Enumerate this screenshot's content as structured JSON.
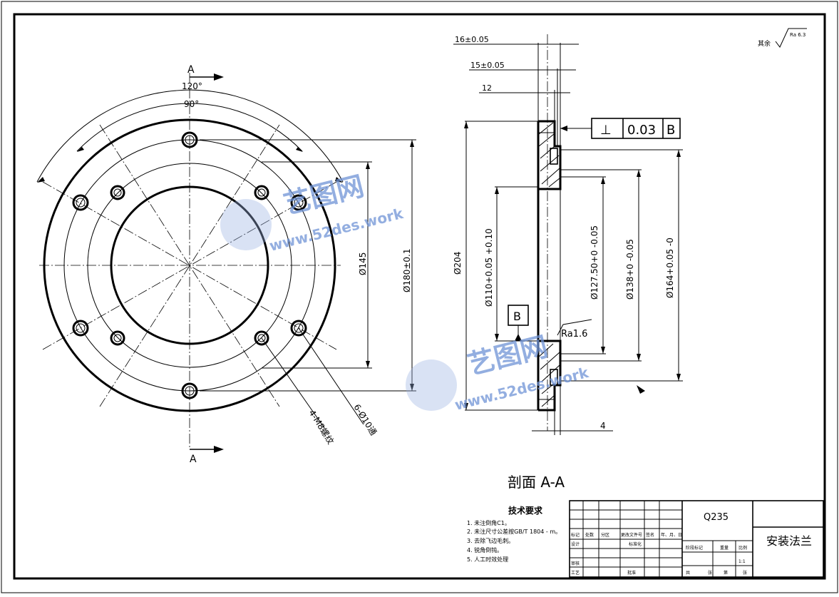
{
  "section_marks": {
    "top": "A",
    "bottom": "A"
  },
  "angles": {
    "outer": "120°",
    "inner": "90°"
  },
  "front_dims": {
    "d145": "Ø145",
    "d180": "Ø180±0.1"
  },
  "hole_callouts": {
    "tapped": "4-M8螺纹",
    "through": "6-Ø10通"
  },
  "side_dims": {
    "t16": "16±0.05",
    "t15": "15±0.05",
    "t12": "12",
    "d204": "Ø204",
    "d110": "Ø110+0.05 +0.10",
    "d1275": "Ø127.50+0 -0.05",
    "d138": "Ø138+0 -0.05",
    "d164": "Ø164+0.05 -0",
    "t4": "4"
  },
  "tolerance_frame": {
    "symbol": "⊥",
    "value": "0.03",
    "datum": "B"
  },
  "datum_label": "B",
  "roughness": {
    "note": "Ra1.6",
    "other": "其余",
    "other_value": "Ra 6.3"
  },
  "section_title": "剖面 A-A",
  "tech_requirements": {
    "title": "技术要求",
    "items": [
      "1. 未注倒角C1。",
      "2. 未注尺寸公差按GB/T 1804 - m。",
      "3. 去除飞边毛刺。",
      "4. 锐角倒钝。",
      "5. 人工时效处理"
    ]
  },
  "title_block": {
    "material": "Q235",
    "part_name": "安装法兰",
    "scale": "1:1",
    "row_labels": [
      "标记",
      "处数",
      "分区",
      "更改文件号",
      "签名",
      "年、月、日"
    ],
    "design": "设计",
    "standardize": "标准化",
    "review": "审核",
    "craft": "工艺",
    "approve": "批准",
    "stage_labels": [
      "阶段标记",
      "重量",
      "比例"
    ],
    "sheet_labels": [
      "共",
      "张",
      "第",
      "张"
    ]
  },
  "watermark": {
    "brand": "艺图网",
    "url": "www.52des.work"
  }
}
